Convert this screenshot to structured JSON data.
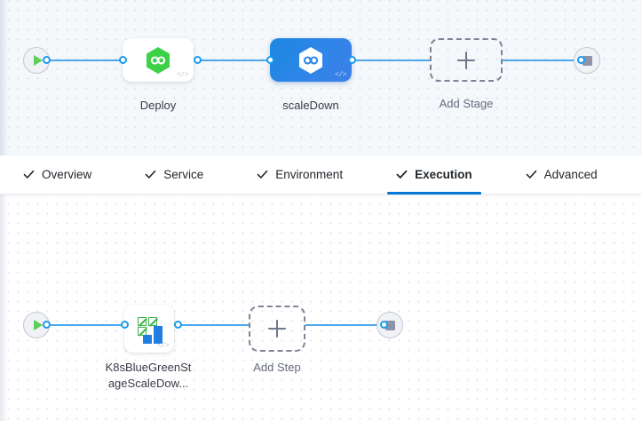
{
  "app": {
    "name": "pipeline-studio",
    "accent_color": "#0278d5",
    "link_color": "#4da7ef"
  },
  "stage_canvas": {
    "name": "stage-graph",
    "background_color": "#f4f8fb",
    "start_node": {
      "icon": "play-icon",
      "label": ""
    },
    "end_node": {
      "icon": "stop-icon",
      "label": ""
    },
    "nodes": [
      {
        "id": "deploy",
        "label": "Deploy",
        "icon": "harness-hexagon-icon",
        "icon_color": "#3dd148",
        "state": "default",
        "badge": "code-glyph"
      },
      {
        "id": "scaleDown",
        "label": "scaleDown",
        "icon": "harness-hexagon-icon",
        "icon_color": "#ffffff",
        "state": "selected",
        "selected_color": "#2f86e8",
        "badge": "code-glyph"
      },
      {
        "id": "add-stage",
        "label": "Add Stage",
        "icon": "plus-icon",
        "state": "add"
      }
    ]
  },
  "tab_bar": {
    "name": "stage-config-tabs",
    "active_index": 3,
    "underline_color": "#0278d5",
    "tabs": [
      {
        "label": "Overview",
        "icon": "check-icon",
        "active": false
      },
      {
        "label": "Service",
        "icon": "check-icon",
        "active": false
      },
      {
        "label": "Environment",
        "icon": "check-icon",
        "active": false
      },
      {
        "label": "Execution",
        "icon": "check-icon",
        "active": true
      },
      {
        "label": "Advanced",
        "icon": "check-icon",
        "active": false
      }
    ]
  },
  "step_canvas": {
    "name": "execution-step-graph",
    "background_color": "#ffffff",
    "start_node": {
      "icon": "play-icon"
    },
    "end_node": {
      "icon": "stop-icon"
    },
    "nodes": [
      {
        "id": "k8s-bluegreen-scaledown",
        "label_line_1": "K8sBlueGreenSt",
        "label_line_2": "ageScaleDow...",
        "icon": "kubernetes-bluegreen-icon",
        "icon_colors": {
          "green": "#3cb54a",
          "blue": "#1f7fe0"
        },
        "state": "default",
        "badge": "code-glyph"
      },
      {
        "id": "add-step",
        "label": "Add Step",
        "icon": "plus-icon",
        "state": "add"
      }
    ]
  }
}
